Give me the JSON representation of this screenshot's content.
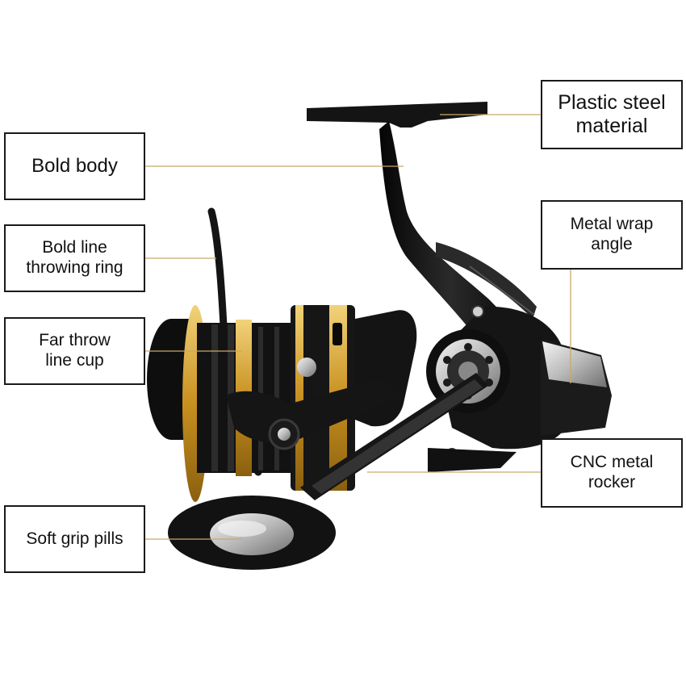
{
  "labels": {
    "bold_body": [
      "Bold body"
    ],
    "line_ring": [
      "Bold line",
      "throwing ring"
    ],
    "line_cup": [
      "Far throw",
      "line cup"
    ],
    "grip": [
      "Soft grip pills"
    ],
    "plastic": [
      "Plastic steel",
      "material"
    ],
    "metal_wrap": [
      "Metal wrap",
      "angle"
    ],
    "cnc": [
      "CNC metal",
      "rocker"
    ]
  },
  "colors": {
    "leader": "#c8a96a",
    "gold": "#d4a23a",
    "body": "#141414",
    "border": "#1a1a1a"
  }
}
